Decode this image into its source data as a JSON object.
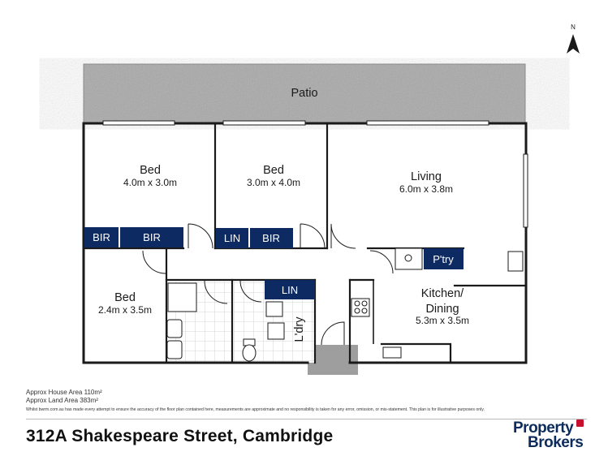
{
  "north": {
    "label": "N"
  },
  "rooms": {
    "patio": {
      "name": "Patio"
    },
    "bed1": {
      "name": "Bed",
      "size": "4.0m x 3.0m"
    },
    "bed2": {
      "name": "Bed",
      "size": "3.0m x 4.0m"
    },
    "living": {
      "name": "Living",
      "size": "6.0m x 3.8m"
    },
    "bed3": {
      "name": "Bed",
      "size": "2.4m x 3.5m"
    },
    "kitchen": {
      "name_line1": "Kitchen/",
      "name_line2": "Dining",
      "size": "5.3m x 3.5m"
    },
    "laundry": {
      "name": "L'dry"
    }
  },
  "tags": {
    "bir1": "BIR",
    "bir2": "BIR",
    "lin1": "LIN",
    "bir3": "BIR",
    "pantry": "P'try",
    "lin2": "LIN"
  },
  "areas": {
    "house": "Approx House Area 110m²",
    "land": "Approx Land Area 383m²"
  },
  "disclaimer": "Whilst bwrm.com.au has made every attempt to ensure the accuracy of the floor plan contained here, measurements are approximate and no responsibility is taken for any error, omission, or mis-statement. This plan is for illustrative purposes only.",
  "address": "312A Shakespeare Street, Cambridge",
  "brand": {
    "line1": "Property",
    "line2": "Brokers"
  },
  "colors": {
    "tag_fill": "#0d2a63",
    "wall": "#1a1a1a",
    "patio": "#a8a8a8",
    "brand": "#0d2b5c",
    "brand_accent": "#c8102e"
  }
}
